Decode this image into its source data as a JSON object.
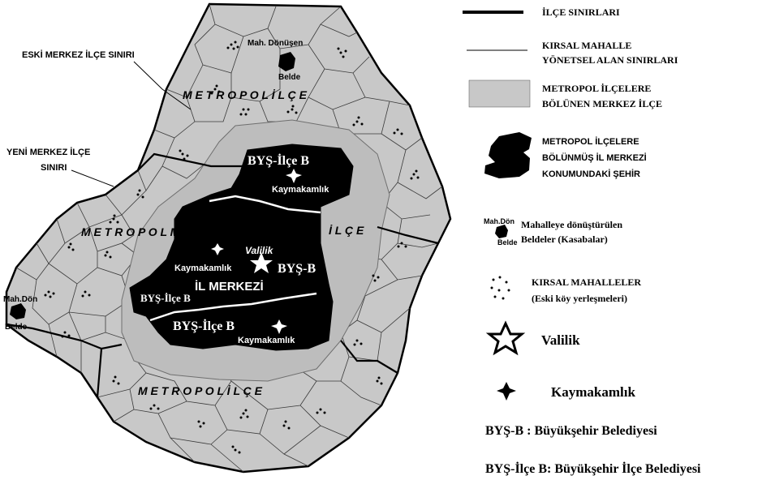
{
  "map": {
    "labels": {
      "eski_sinir": "ESKİ MERKEZ İLÇE SINIRI",
      "yeni_sinir_1": "YENİ MERKEZ İLÇE",
      "yeni_sinir_2": "SINIRI",
      "metropol_ilce_top": "M E T R O P O L İ L Ç E",
      "metropol_merkez_ilce_a": "M E T R O P O L  M E R K E Z",
      "metropol_merkez_ilce_b": "İ L Ç E",
      "metropol_ilce_bottom": "M E T R O P O L İ L Ç E",
      "mah_donusen_top": "Mah. Dönüşen",
      "belde_top": "Belde",
      "mah_don_left": "Mah.Dön",
      "belde_left": "Belde",
      "bys_ilce_b_top": "BYŞ-İlçe B",
      "kaymakamlik_top": "Kaymakamlık",
      "valilik": "Valilik",
      "kaymakamlik_mid": "Kaymakamlık",
      "bys_b": "BYŞ-B",
      "il_merkezi": "İL MERKEZİ",
      "bys_ilce_b_mid": "BYŞ-İlçe B",
      "bys_ilce_b_bottom": "BYŞ-İlçe B",
      "kaymakamlik_bottom": "Kaymakamlık"
    },
    "colors": {
      "rural_fill": "#c8c8c8",
      "metro_ring_fill": "#bdbdbd",
      "city_fill": "#000000",
      "background": "#ffffff"
    }
  },
  "legend": {
    "ilce_sinirlari": "İLÇE SINIRLARI",
    "kirsal_sinir_1": "KIRSAL MAHALLE",
    "kirsal_sinir_2": "YÖNETSEL ALAN SINIRLARI",
    "metropol_1": "METROPOL İLÇELERE",
    "metropol_2": "BÖLÜNEN MERKEZ İLÇE",
    "sehir_1": "METROPOL İLÇELERE",
    "sehir_2": "BÖLÜNMÜŞ İL MERKEZİ",
    "sehir_3": "KONUMUNDAKİ ŞEHİR",
    "mah_icon_1": "Mah.Dön",
    "mah_icon_2": "Belde",
    "mahalle_text": "Mahalleye dönüştürülen",
    "mahalle_text_2": "Beldeler (Kasabalar)",
    "kirsal_mah_1": "KIRSAL MAHALLELER",
    "kirsal_mah_2": "(Eski köy yerleşmeleri)",
    "valilik": "Valilik",
    "kaymakamlik": "Kaymakamlık",
    "bys_b": "BYŞ-B :  Büyükşehir Belediyesi",
    "bys_ilce_b": "BYŞ-İlçe B: Büyükşehir İlçe Belediyesi"
  }
}
